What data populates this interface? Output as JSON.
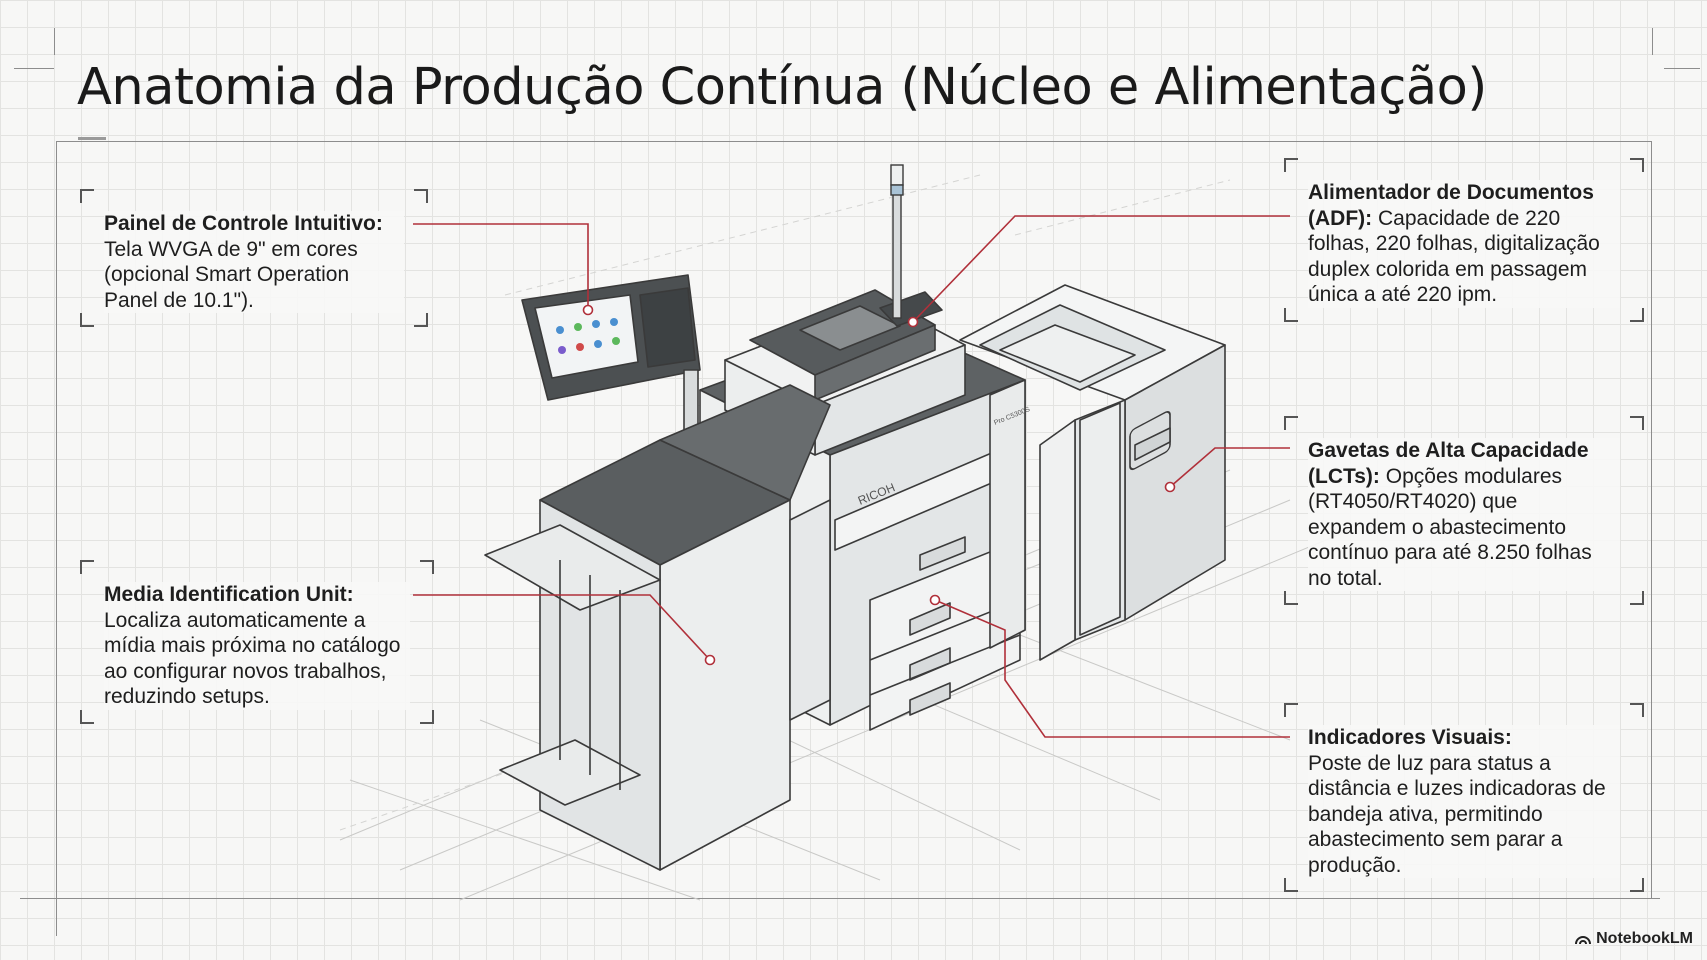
{
  "title": "Anatomia da Produção Contínua (Núcleo e Alimentação)",
  "callouts": {
    "control_panel": {
      "heading": "Painel de Controle Intuitivo:",
      "body": "Tela WVGA de 9\" em cores (opcional Smart Operation Panel de 10.1\")."
    },
    "media_id": {
      "heading": "Media Identification Unit:",
      "body": "Localiza automaticamente a mídia mais próxima no catálogo ao configurar novos trabalhos, reduzindo setups."
    },
    "adf": {
      "heading": "Alimentador de Documentos (ADF):",
      "body": "Capacidade de 220 folhas, 220 folhas, digitalização duplex colorida em passagem única a até 220 ipm."
    },
    "lct": {
      "heading": "Gavetas de Alta Capacidade (LCTs):",
      "body": "Opções modulares (RT4050/RT4020) que expandem o abastecimento contínuo para até 8.250 folhas no total."
    },
    "indicators": {
      "heading": "Indicadores Visuais:",
      "body": "Poste de luz para status a distância e luzes indicadoras de bandeja ativa, permitindo abastecimento sem parar a produção."
    }
  },
  "machine": {
    "brand_label": "RICOH",
    "model_label": "Pro C5300S"
  },
  "footer": {
    "brand": "NotebookLM"
  },
  "colors": {
    "leader_line": "#b0303a",
    "outline": "#3a3a3a",
    "dark_panel": "#5c6062",
    "light_panel": "#eceeee"
  }
}
